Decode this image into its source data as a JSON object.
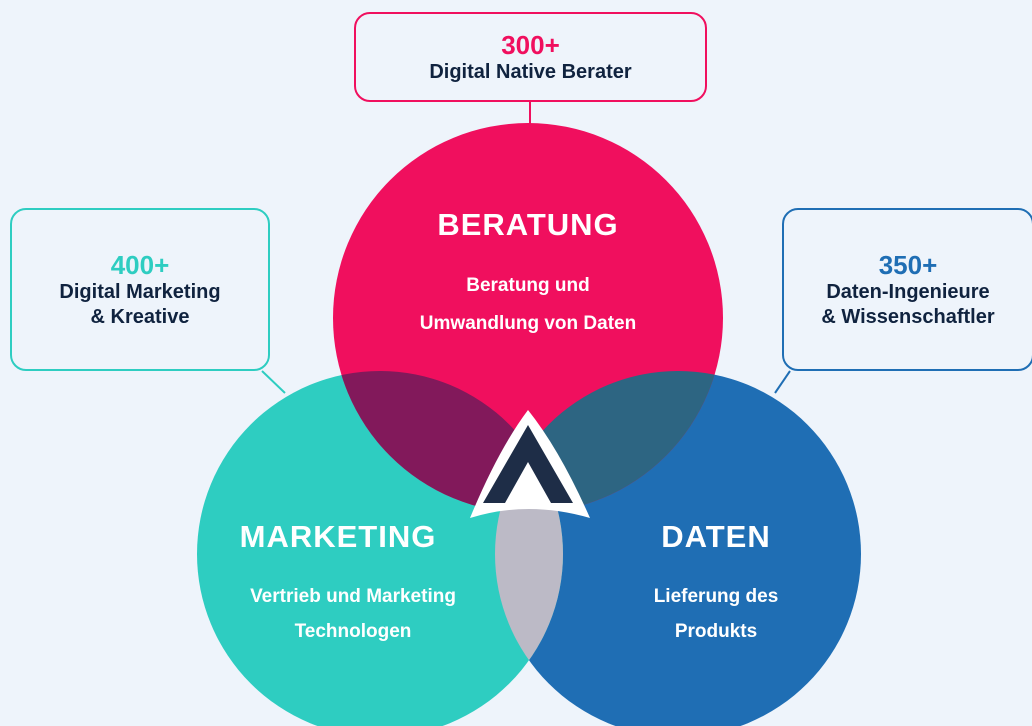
{
  "colors": {
    "background": "#eef4fb",
    "beratung": "#f00f5e",
    "marketing": "#2ecdc1",
    "daten": "#1f6eb4",
    "overlap_beratung_marketing": "#82195b",
    "overlap_beratung_daten": "#2d6582",
    "overlap_marketing_daten": "#bcbac6",
    "center_logo": "#1e2d47"
  },
  "callouts": {
    "top": {
      "number": "300+",
      "line1": "Digital Native Berater",
      "line2": ""
    },
    "left": {
      "number": "400+",
      "line1": "Digital Marketing",
      "line2": "& Kreative"
    },
    "right": {
      "number": "350+",
      "line1": "Daten-Ingenieure",
      "line2": "& Wissenschaftler"
    }
  },
  "circles": {
    "beratung": {
      "title": "BERATUNG",
      "sub1": "Beratung und",
      "sub2": "Umwandlung von Daten"
    },
    "marketing": {
      "title": "MARKETING",
      "sub1": "Vertrieb und Marketing",
      "sub2": "Technologen"
    },
    "daten": {
      "title": "DATEN",
      "sub1": "Lieferung des",
      "sub2": "Produkts"
    }
  },
  "center_icon": "chevron-up-logo-icon"
}
